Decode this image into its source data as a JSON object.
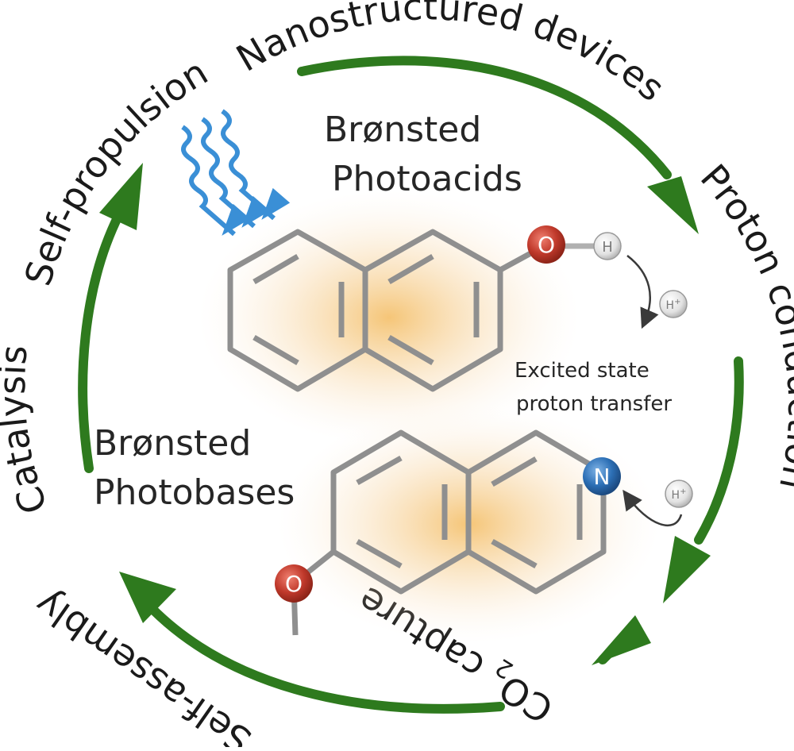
{
  "cycle": {
    "labels": {
      "nanostructured_devices": "Nanostructured devices",
      "proton_conduction": "Proton conduction",
      "co2_capture_main": "CO",
      "co2_capture_sub": "2",
      "co2_capture_rest": " capture",
      "self_assembly": "Self-assembly",
      "catalysis": "Catalysis",
      "self_propulsion": "Self-propulsion"
    },
    "arrow_color": "#2e7a1e"
  },
  "photoacid": {
    "title_line1": "Brønsted",
    "title_line2": "Photoacids",
    "oxygen": "O",
    "hydrogen": "H",
    "proton": "H+"
  },
  "photobase": {
    "title_line1": "Brønsted",
    "title_line2": "Photobases",
    "nitrogen": "N",
    "oxygen": "O",
    "proton": "H+"
  },
  "process": {
    "line1": "Excited state",
    "line2": "proton transfer"
  },
  "colors": {
    "oxygen": "#c0392b",
    "nitrogen": "#2c6fb5",
    "bond": "#8f8f8f",
    "light": "#3a8fd6",
    "glow": "#f2b24a"
  }
}
